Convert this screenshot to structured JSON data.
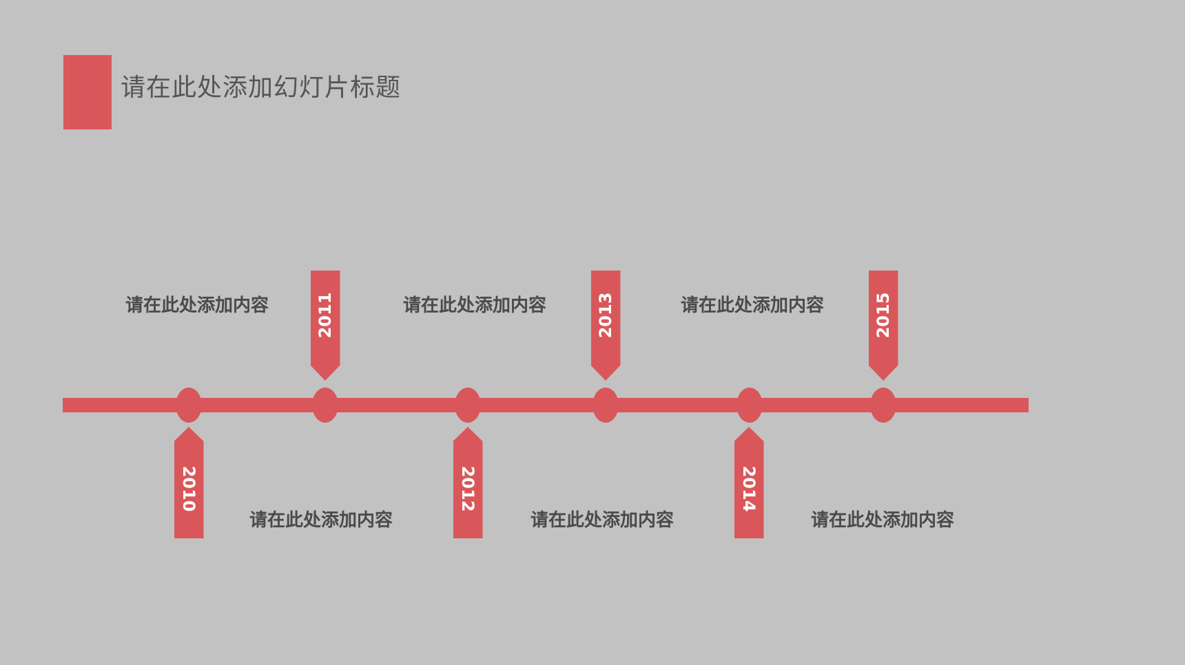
{
  "slide": {
    "title": "请在此处添加幻灯片标题",
    "accent_color": "#d9575a",
    "background_color": "#c2c2c2"
  },
  "timeline": {
    "nodes": [
      {
        "year": "2010",
        "position": "below",
        "text": "请在此处添加内容",
        "text_position": "above"
      },
      {
        "year": "2011",
        "position": "above",
        "text": "请在此处添加内容",
        "text_position": "below"
      },
      {
        "year": "2012",
        "position": "below",
        "text": "请在此处添加内容",
        "text_position": "above"
      },
      {
        "year": "2013",
        "position": "above",
        "text": "请在此处添加内容",
        "text_position": "below"
      },
      {
        "year": "2014",
        "position": "below",
        "text": "请在此处添加内容",
        "text_position": "above"
      },
      {
        "year": "2015",
        "position": "above",
        "text": "请在此处添加内容",
        "text_position": "below"
      }
    ],
    "content_top": [
      "请在此处添加内容",
      "请在此处添加内容",
      "请在此处添加内容"
    ],
    "content_bottom": [
      "请在此处添加内容",
      "请在此处添加内容",
      "请在此处添加内容"
    ]
  }
}
